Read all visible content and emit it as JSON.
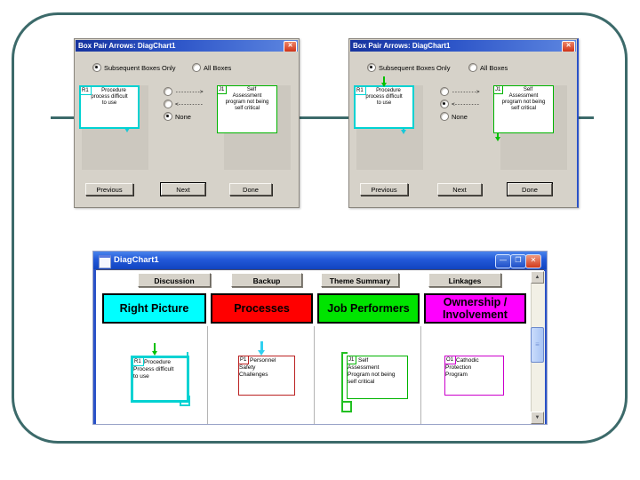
{
  "icons": {
    "close": "✕",
    "minimize": "—",
    "restore": "❐",
    "scroll_up": "▲",
    "scroll_down": "▼",
    "thumb_grip": "≡"
  },
  "slide": {
    "border_color": "#3c6a6a"
  },
  "dialogs": [
    {
      "title": "Box Pair Arrows: DiagChart1",
      "opt_subsequent": "Subsequent Boxes Only",
      "opt_all": "All Boxes",
      "arrow_right": "--------->",
      "arrow_left": "<---------",
      "opt_none": "None",
      "left_box": {
        "id": "R1",
        "color": "#00d2d2",
        "lines": [
          "Procedure",
          "process difficult",
          "to use",
          ""
        ]
      },
      "right_box": {
        "id": "J1",
        "color": "#00b400",
        "lines": [
          "Self",
          "Assessment",
          "program not being",
          "self critical"
        ]
      },
      "buttons": {
        "previous": "Previous",
        "next": "Next",
        "done": "Done"
      }
    },
    {
      "title": "Box Pair Arrows: DiagChart1",
      "opt_subsequent": "Subsequent Boxes Only",
      "opt_all": "All Boxes",
      "arrow_right": "--------->",
      "arrow_left": "<---------",
      "opt_none": "None",
      "left_box": {
        "id": "R1",
        "color": "#00d2d2",
        "lines": [
          "Procedure",
          "process difficult",
          "to use",
          ""
        ]
      },
      "right_box": {
        "id": "J1",
        "color": "#00b400",
        "lines": [
          "Self",
          "Assessment",
          "program not being",
          "self critical"
        ]
      },
      "buttons": {
        "previous": "Previous",
        "next": "Next",
        "done": "Done"
      }
    }
  ],
  "window": {
    "title": "DiagChart1",
    "toolbar": [
      "Discussion",
      "Backup",
      "Theme Summary",
      "Linkages"
    ],
    "columns": [
      {
        "label": "Right Picture",
        "color": "#00ffff"
      },
      {
        "label": "Processes",
        "color": "#ff0000"
      },
      {
        "label": "Job Performers",
        "color": "#00e400"
      },
      {
        "label": "Ownership / Involvement",
        "color": "#ff00ff"
      }
    ],
    "boxes": [
      {
        "id": "R1",
        "color": "#00d2d2",
        "lines": [
          "Procedure",
          "Process difficult",
          "to use",
          ""
        ]
      },
      {
        "id": "P1",
        "color": "#bb2222",
        "lines": [
          "Personnel",
          "Safety",
          "Challenges",
          ""
        ]
      },
      {
        "id": "J1",
        "color": "#00b400",
        "lines": [
          "Self",
          "Assessment",
          "Program not being",
          "self critical"
        ]
      },
      {
        "id": "O1",
        "color": "#cc00cc",
        "lines": [
          "Cathodic",
          "Protection",
          "Program",
          ""
        ]
      }
    ]
  }
}
